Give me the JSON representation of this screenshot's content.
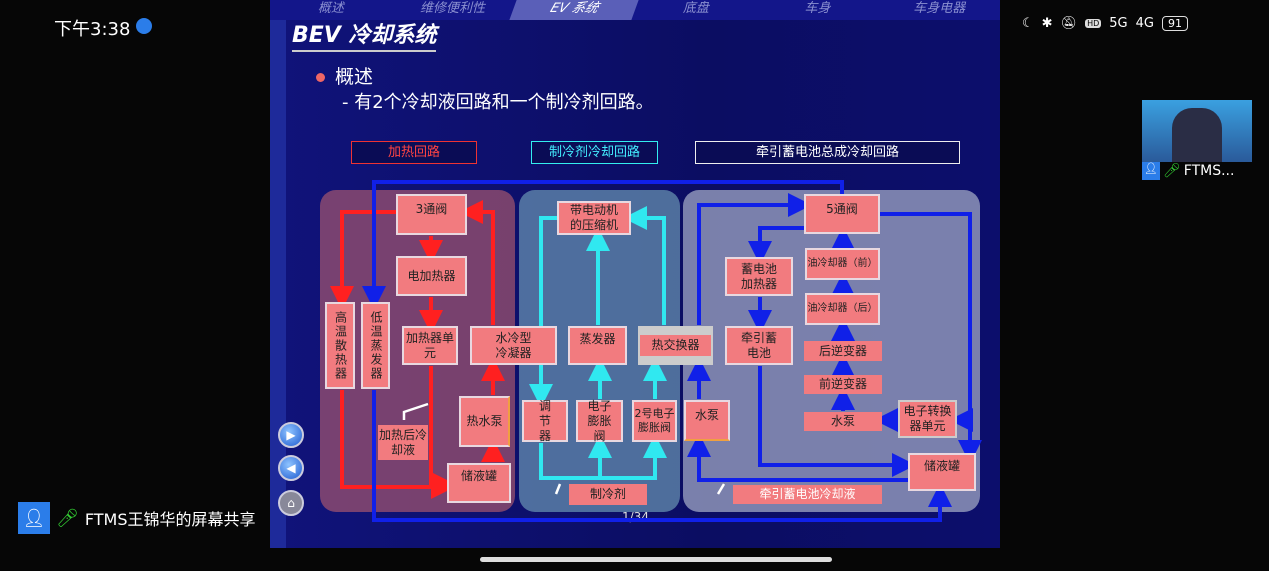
{
  "status_bar": {
    "time": "下午3:38",
    "network": [
      "5G",
      "4G"
    ],
    "battery": "91"
  },
  "slide": {
    "nav_tabs": [
      "概述",
      "维修便利性",
      "EV 系统",
      "底盘",
      "车身",
      "车身电器"
    ],
    "active_tab": "EV 系统",
    "title": "BEV 冷却系统",
    "bullet": "概述",
    "sub_bullet": "- 有2个冷却液回路和一个制冷剂回路。",
    "legend": {
      "heating": "加热回路",
      "refrigerant": "制冷剂冷却回路",
      "battery": "牵引蓄电池总成冷却回路"
    },
    "heating_boxes": {
      "valve3": "3通阀",
      "electric_heater": "电加热器",
      "high_temp_radiator": "高温散热器",
      "low_temp_evaporator": "低温蒸发器",
      "heater_unit": "加热器单元",
      "water_condenser": "水冷型冷凝器",
      "heated_coolant": "加热后冷却液",
      "hot_water_pump": "热水泵",
      "reservoir": "储液罐"
    },
    "refrigerant_boxes": {
      "compressor": "带电动机的压缩机",
      "evaporator": "蒸发器",
      "heat_exchanger": "热交换器",
      "regulator": "调节器",
      "expansion_valve": "电子膨胀阀",
      "expansion_valve2": "2号电子膨胀阀",
      "refrigerant": "制冷剂"
    },
    "battery_boxes": {
      "valve5": "5通阀",
      "battery_heater": "蓄电池加热器",
      "oil_cooler_front": "油冷却器（前）",
      "oil_cooler_rear": "油冷却器（后）",
      "traction_battery": "牵引蓄电池",
      "rear_inverter": "后逆变器",
      "front_inverter": "前逆变器",
      "water_pump": "水泵",
      "dc_converter": "电子转换器单元",
      "water_pump_left": "水泵",
      "reservoir": "储液罐",
      "coolant_label": "牵引蓄电池冷却液"
    },
    "page_number": "1/34",
    "colors": {
      "heating": "#ff2020",
      "refrigerant": "#30e8f0",
      "battery": "#1020e8",
      "box": "#f27b7f"
    }
  },
  "screen_share": {
    "label": "FTMS王锦华的屏幕共享"
  },
  "video": {
    "name": "FTMS..."
  }
}
